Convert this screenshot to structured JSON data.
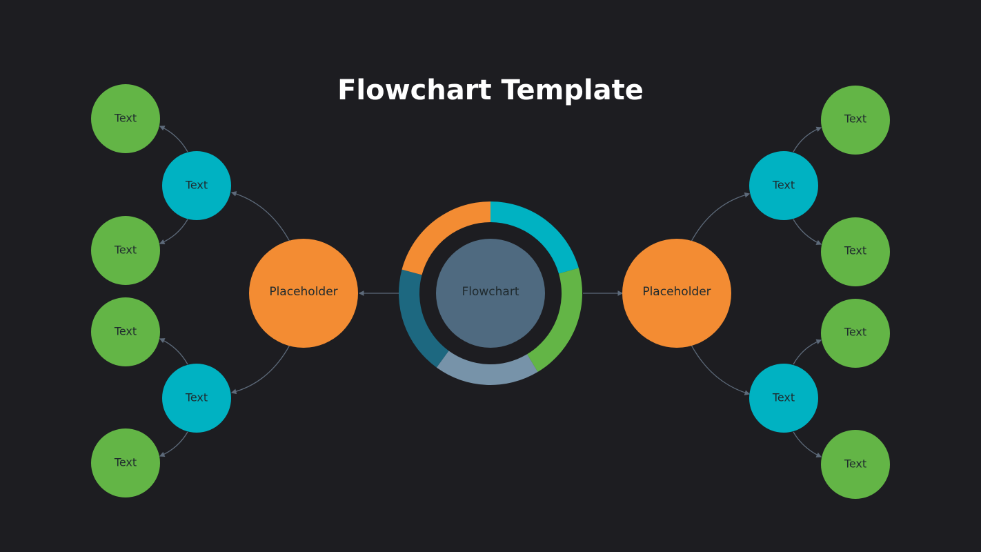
{
  "title": "Flowchart Template",
  "center": {
    "label": "Flowchart"
  },
  "ring_colors": [
    "#00b2c2",
    "#63b546",
    "#7793a9",
    "#1d6880",
    "#f38c33"
  ],
  "colors": {
    "background": "#1d1d21",
    "placeholder": "#f38c33",
    "sub": "#00b2c2",
    "leaf": "#63b546",
    "center": "#4f6a80"
  },
  "left": {
    "placeholder": "Placeholder",
    "subs": [
      {
        "label": "Text",
        "leaves": [
          "Text",
          "Text"
        ]
      },
      {
        "label": "Text",
        "leaves": [
          "Text",
          "Text"
        ]
      }
    ]
  },
  "right": {
    "placeholder": "Placeholder",
    "subs": [
      {
        "label": "Text",
        "leaves": [
          "Text",
          "Text"
        ]
      },
      {
        "label": "Text",
        "leaves": [
          "Text",
          "Text"
        ]
      }
    ]
  }
}
